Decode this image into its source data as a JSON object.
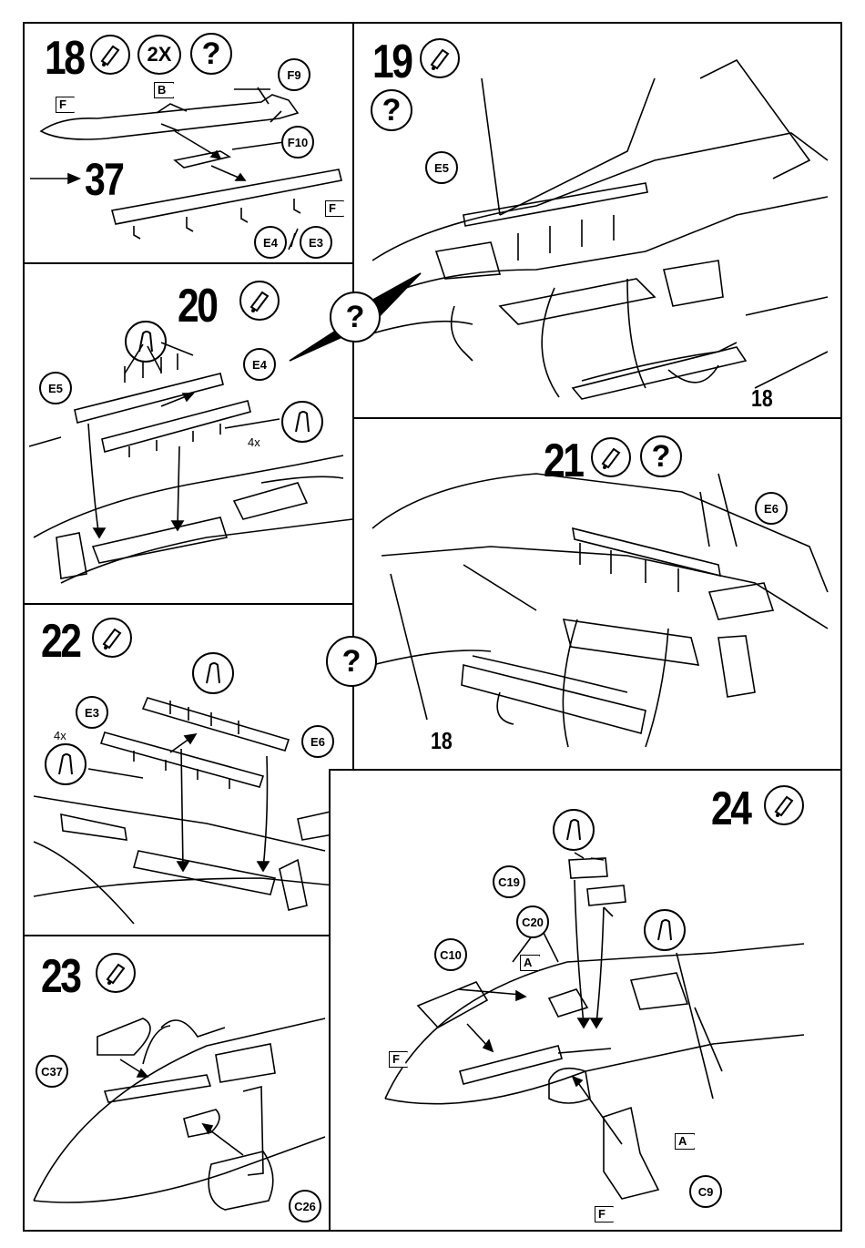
{
  "steps": {
    "s18": {
      "number": "18",
      "quantity": "2X",
      "ref_number": "37",
      "labels": {
        "f9": "F9",
        "f10": "F10",
        "e4": "E4",
        "e3": "E3",
        "sep": "/"
      },
      "flags": {
        "b": "B",
        "f1": "F",
        "f2": "F"
      }
    },
    "s19": {
      "number": "19",
      "ref_number": "18",
      "labels": {
        "e5": "E5"
      }
    },
    "s20": {
      "number": "20",
      "qty_note": "4x",
      "labels": {
        "e5": "E5",
        "e4": "E4"
      }
    },
    "s21": {
      "number": "21",
      "ref_number": "18",
      "labels": {
        "e6": "E6"
      }
    },
    "s22": {
      "number": "22",
      "qty_note": "4x",
      "labels": {
        "e3": "E3",
        "e6": "E6"
      }
    },
    "s23": {
      "number": "23",
      "labels": {
        "c37": "C37",
        "c26": "C26"
      }
    },
    "s24": {
      "number": "24",
      "labels": {
        "c19": "C19",
        "c20": "C20",
        "c10": "C10",
        "c9": "C9"
      },
      "flags": {
        "a1": "A",
        "a2": "A",
        "f1": "F",
        "f2": "F"
      }
    }
  },
  "symbols": {
    "question": "?"
  },
  "icons": [
    "glue-icon",
    "question-icon",
    "cement-nozzle-icon"
  ]
}
